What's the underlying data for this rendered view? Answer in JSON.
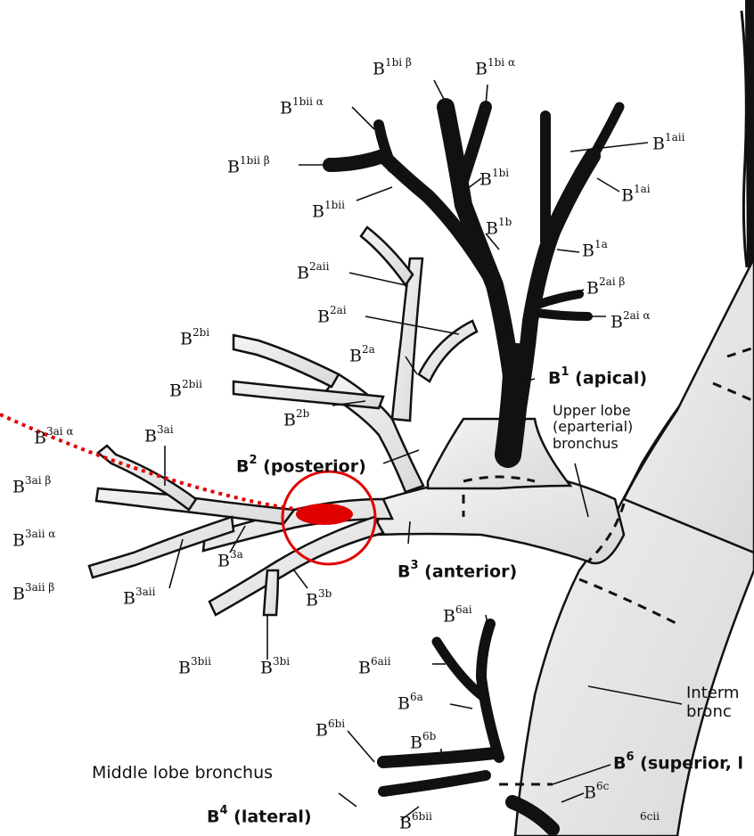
{
  "labels": {
    "b1bi_beta": {
      "base": "B",
      "sup": "1bi β"
    },
    "b1bi_alpha": {
      "base": "B",
      "sup": "1bi α"
    },
    "b1bii_alpha": {
      "base": "B",
      "sup": "1bii α"
    },
    "b1aii": {
      "base": "B",
      "sup": "1aii"
    },
    "b1bii_beta": {
      "base": "B",
      "sup": "1bii β"
    },
    "b1bi": {
      "base": "B",
      "sup": "1bi"
    },
    "b1ai": {
      "base": "B",
      "sup": "1ai"
    },
    "b1bii": {
      "base": "B",
      "sup": "1bii"
    },
    "b1b": {
      "base": "B",
      "sup": "1b"
    },
    "b1a": {
      "base": "B",
      "sup": "1a"
    },
    "b2aii": {
      "base": "B",
      "sup": "2aii"
    },
    "b2ai_beta": {
      "base": "B",
      "sup": "2ai β"
    },
    "b2ai": {
      "base": "B",
      "sup": "2ai"
    },
    "b2ai_alpha": {
      "base": "B",
      "sup": "2ai α"
    },
    "b2bi": {
      "base": "B",
      "sup": "2bi"
    },
    "b2a": {
      "base": "B",
      "sup": "2a"
    },
    "b1_apical": {
      "base": "B",
      "sup": "1",
      "suffix": " (apical)"
    },
    "b2bii": {
      "base": "B",
      "sup": "2bii"
    },
    "upper_lobe_bronchus": "Upper lobe\n(eparterial)\nbronchus",
    "b2b": {
      "base": "B",
      "sup": "2b"
    },
    "b3ai_alpha": {
      "base": "B",
      "sup": "3ai α"
    },
    "b3ai": {
      "base": "B",
      "sup": "3ai"
    },
    "b2_posterior": {
      "base": "B",
      "sup": "2",
      "suffix": " (posterior)"
    },
    "b3ai_beta": {
      "base": "B",
      "sup": "3ai β"
    },
    "b3aii_alpha": {
      "base": "B",
      "sup": "3aii α"
    },
    "b3a": {
      "base": "B",
      "sup": "3a"
    },
    "b3_anterior": {
      "base": "B",
      "sup": "3",
      "suffix": " (anterior)"
    },
    "b3aii_beta": {
      "base": "B",
      "sup": "3aii β"
    },
    "b3aii": {
      "base": "B",
      "sup": "3aii"
    },
    "b3b": {
      "base": "B",
      "sup": "3b"
    },
    "b6ai": {
      "base": "B",
      "sup": "6ai"
    },
    "b3bii": {
      "base": "B",
      "sup": "3bii"
    },
    "b3bi": {
      "base": "B",
      "sup": "3bi"
    },
    "b6aii": {
      "base": "B",
      "sup": "6aii"
    },
    "intermediate_bronchus": "Interm\nbronc",
    "b6a": {
      "base": "B",
      "sup": "6a"
    },
    "b6bi": {
      "base": "B",
      "sup": "6bi"
    },
    "b6b": {
      "base": "B",
      "sup": "6b"
    },
    "b6_superior": {
      "base": "B",
      "sup": "6",
      "suffix": " (superior, l"
    },
    "middle_lobe_bronchus": "Middle lobe bronchus",
    "b6c": {
      "base": "B",
      "sup": "6c"
    },
    "b4_lateral": {
      "base": "B",
      "sup": "4",
      "suffix": " (lateral)"
    },
    "b6bii": {
      "base": "B",
      "sup": "6bii"
    },
    "b6cii": {
      "base": "",
      "sup": "6cii"
    }
  },
  "colors": {
    "bronchus_fill": "#ececec",
    "bronchus_stroke": "#111111",
    "dark_airway": "#111111",
    "annotation_red": "#e00000",
    "background": "#ffffff"
  }
}
